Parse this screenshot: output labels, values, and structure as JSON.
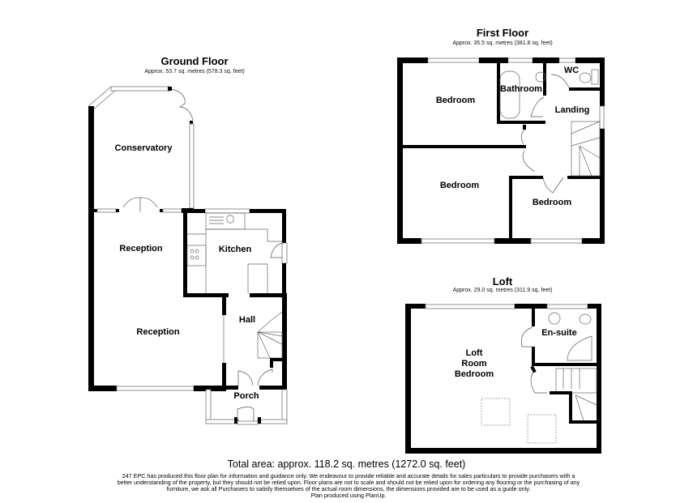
{
  "ground_floor": {
    "title": "Ground Floor",
    "area": "Approx. 53.7 sq. metres (578.3 sq. feet)",
    "rooms": {
      "conservatory": "Conservatory",
      "reception_1": "Reception",
      "reception_2": "Reception",
      "kitchen": "Kitchen",
      "hall": "Hall",
      "porch": "Porch"
    }
  },
  "first_floor": {
    "title": "First Floor",
    "area": "Approx. 35.5 sq. metres (381.8 sq. feet)",
    "rooms": {
      "bedroom_1": "Bedroom",
      "bathroom": "Bathroom",
      "wc": "WC",
      "landing": "Landing",
      "bedroom_2": "Bedroom",
      "bedroom_3": "Bedroom"
    }
  },
  "loft": {
    "title": "Loft",
    "area": "Approx. 29.0 sq. metres (311.9 sq. feet)",
    "rooms": {
      "loft_room_line1": "Loft",
      "loft_room_line2": "Room",
      "loft_room_line3": "Bedroom",
      "en_suite": "En-suite"
    }
  },
  "footer": {
    "total_area": "Total area: approx. 118.2 sq. metres (1272.0 sq. feet)",
    "disclaimer_lines": [
      "247 EPC has produced this floor plan for information and guidance only. We endeavour to provide reliable and accurate details for sales particulars to provide purchasers with a",
      "better understanding  of the property, but they should not be relied upon. Floor plans are not to scale and should not be relied upon for ordering any flooring or the purchasing of any",
      "furniture, we ask all Purchasers to satisfy themselves of the actual room dimensions, the dimensions provided are to be used as a guide only.",
      "Plan produced using PlanUp."
    ]
  }
}
